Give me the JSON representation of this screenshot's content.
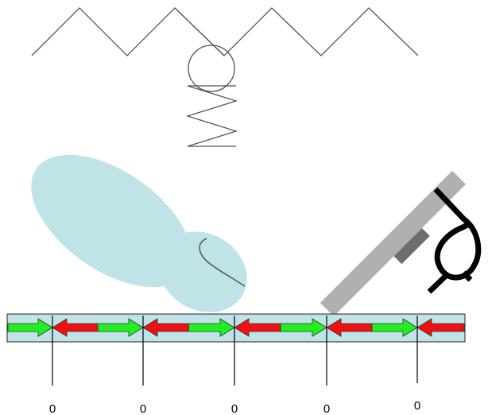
{
  "diagram": {
    "tick_labels": [
      "0",
      "0",
      "0",
      "0",
      "0"
    ],
    "colors": {
      "line": "#555555",
      "band_fill": "#bfe3e6",
      "band_stroke": "#222222",
      "arrow_right": "#22ee22",
      "arrow_left": "#ee1111",
      "blob": "#bfe3e6",
      "probe_body": "#b0b0b0",
      "probe_detail": "#6e6e6e",
      "clip": "#000000"
    }
  }
}
